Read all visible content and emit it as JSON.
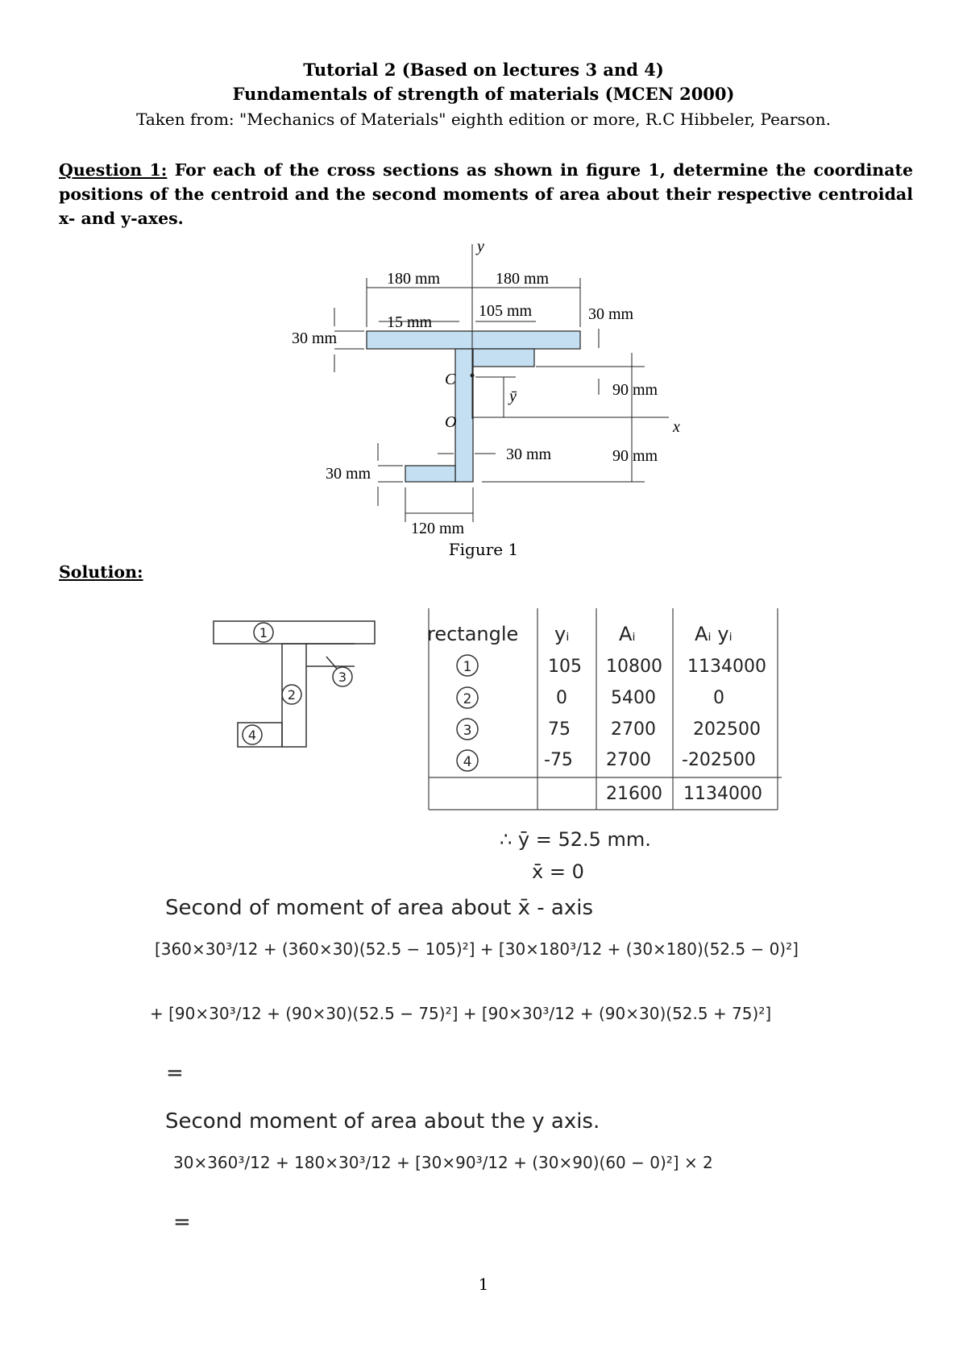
{
  "header": {
    "title": "Tutorial 2 (Based on lectures 3 and 4)",
    "course": "Fundamentals of strength of materials (MCEN 2000)",
    "source": "Taken from: \"Mechanics of Materials\" eighth edition or more, R.C Hibbeler, Pearson."
  },
  "question": {
    "label": "Question 1:",
    "text": " For each of the cross sections as shown in figure 1, determine the coordinate positions of the centroid and the second moments of area about their respective centroidal x- and y-axes."
  },
  "figure": {
    "caption": "Figure 1",
    "labels": {
      "y_axis": "y",
      "x_axis": "x",
      "dim_top_left": "180 mm",
      "dim_top_right": "180 mm",
      "dim_15": "15 mm",
      "dim_105": "105 mm",
      "dim_30_right": "30 mm",
      "dim_30_left_top": "30 mm",
      "dim_90_upper": "90 mm",
      "dim_90_lower": "90 mm",
      "dim_30_web": "30 mm",
      "dim_30_left_bottom": "30 mm",
      "dim_120": "120 mm",
      "point_c": "C",
      "point_o": "O",
      "ybar": "ȳ"
    }
  },
  "solution": {
    "label": "Solution:",
    "sketch_labels": [
      "1",
      "2",
      "3",
      "4"
    ],
    "table": {
      "headers": [
        "rectangle",
        "yᵢ",
        "Aᵢ",
        "Aᵢ yᵢ"
      ],
      "rows": [
        [
          "1",
          "105",
          "10800",
          "1134000"
        ],
        [
          "2",
          "0",
          "5400",
          "0"
        ],
        [
          "3",
          "75",
          "2700",
          "202500"
        ],
        [
          "4",
          "-75",
          "2700",
          "-202500"
        ]
      ],
      "totals": [
        "",
        "",
        "21600",
        "1134000"
      ]
    },
    "results": [
      "∴ ȳ = 52.5 mm.",
      "x̄ = 0"
    ],
    "ix_heading": "Second of moment of area about x̄ - axis",
    "ix_line1": "[360×30³/12 + (360×30)(52.5 − 105)²] + [30×180³/12 + (30×180)(52.5 − 0)²]",
    "ix_line2": "+ [90×30³/12 + (90×30)(52.5 − 75)²] + [90×30³/12 + (90×30)(52.5 + 75)²]",
    "ix_eq": "=",
    "iy_heading": "Second moment of area about the y axis.",
    "iy_line": "30×360³/12 + 180×30³/12 + [30×90³/12 + (30×90)(60 − 0)²] × 2",
    "iy_eq": "="
  },
  "page_number": "1"
}
